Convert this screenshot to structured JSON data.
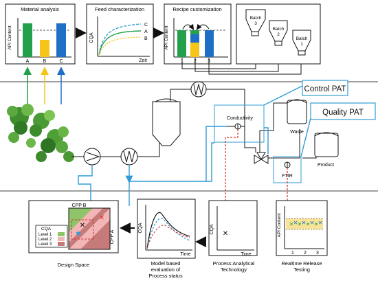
{
  "top": {
    "material_analysis": {
      "title": "Material analysis",
      "y_label": "API Content",
      "categories": [
        "A",
        "B",
        "C"
      ]
    },
    "feed_characterization": {
      "title": "Feed characterization",
      "y_label": "CQA",
      "x_label": "Zeit",
      "curve_labels": [
        "C",
        "A",
        "B"
      ]
    },
    "recipe_customization": {
      "title": "Recipe customization",
      "y_label": "API Content",
      "categories": [
        "1",
        "2",
        "3"
      ]
    },
    "batches": [
      "Batch\n3",
      "Batch\n2",
      "Batch\n1"
    ]
  },
  "middle": {
    "control_pat": "Control PAT",
    "quality_pat": "Quality PAT",
    "conductivity": "Conductivity",
    "waste": "Waste",
    "ftir": "FTIR",
    "product": "Product"
  },
  "bottom": {
    "design_space": {
      "cpp_b": "CPP B",
      "cpp_a": "CPP A",
      "legend_title": "CQA",
      "levels": [
        "Level 1",
        "Level 2",
        "Level 3"
      ],
      "caption": "Design Space"
    },
    "model_eval": {
      "y_label": "CQA",
      "x_label": "Time",
      "caption": "Model based\nevaluation of\nProcess status"
    },
    "pat": {
      "y_label": "CQA",
      "x_label": "Time",
      "caption": "Process Analytical\nTechnology"
    },
    "rtrt": {
      "y_label": "API Content",
      "categories": [
        "1",
        "2",
        "3"
      ],
      "caption": "Realtime Release\nTesting"
    }
  },
  "colors": {
    "green": "#22a04b",
    "yellow": "#f5c518",
    "blue": "#1f6fc6",
    "pat_blue": "#2f9bd6",
    "red": "#d03030",
    "level1": "#8fc46a",
    "level2": "#f2b6b6",
    "level3": "#c77a7a"
  }
}
